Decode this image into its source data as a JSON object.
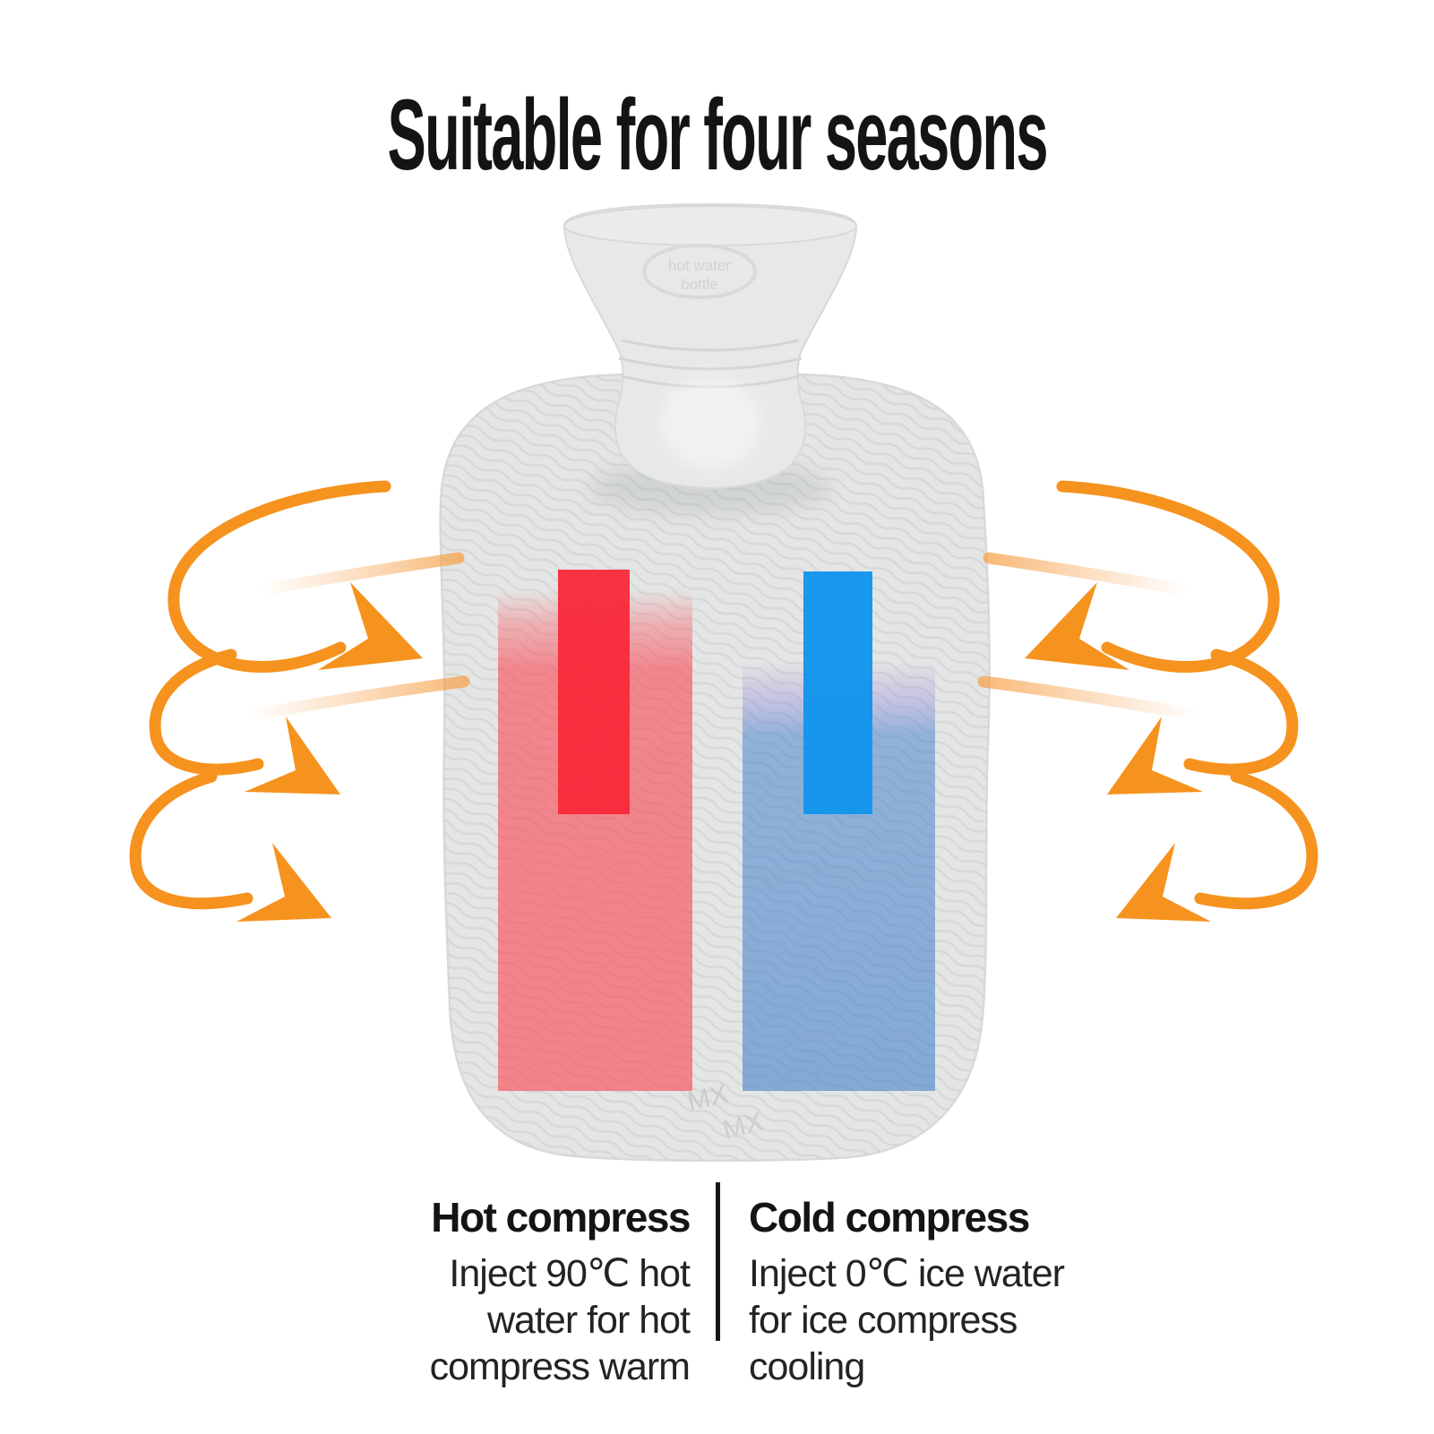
{
  "title": "Suitable for four seasons",
  "bottle": {
    "emboss_line1": "hot water",
    "emboss_line2": "bottle",
    "mold_mark_left": "MX",
    "mold_mark_right": "MX"
  },
  "hot_compress": {
    "heading": "Hot compress",
    "line1": "Inject 90℃ hot",
    "line2": "water for hot",
    "line3": "compress warm"
  },
  "cold_compress": {
    "heading": "Cold compress",
    "line1": "Inject 0℃ ice water",
    "line2": "for ice compress",
    "line3": "cooling"
  },
  "icons": {
    "left": "heat-swirl-arrows-pointing-right",
    "right": "heat-swirl-arrows-pointing-left"
  },
  "colors": {
    "arrow_orange": "#F6921E",
    "hot_red": "#F82B3A",
    "hot_red_glow": "#F4747C",
    "cold_blue": "#1295EC",
    "cold_blue_glow": "#5C9FD8",
    "bottle_gray": "#E4E6E5",
    "texture_line_gray": "#CDD0CF",
    "text_black": "#151515"
  }
}
